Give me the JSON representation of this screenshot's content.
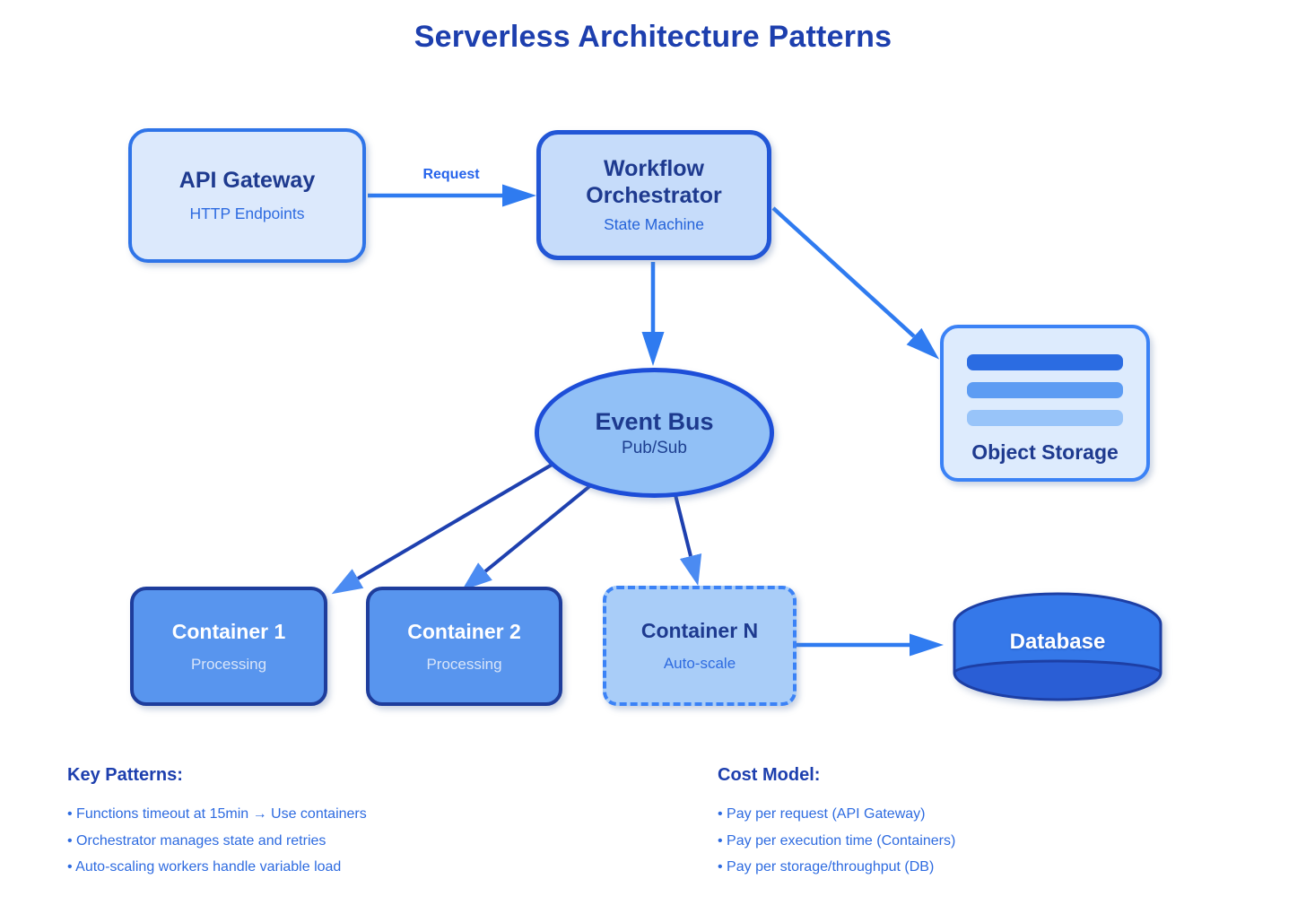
{
  "title": "Serverless Architecture Patterns",
  "edges": {
    "request_label": "Request"
  },
  "nodes": {
    "api_gateway": {
      "title": "API Gateway",
      "subtitle": "HTTP Endpoints"
    },
    "workflow_orchestrator": {
      "title": "Workflow Orchestrator",
      "subtitle": "State Machine"
    },
    "object_storage": {
      "title": "Object Storage"
    },
    "event_bus": {
      "title": "Event Bus",
      "subtitle": "Pub/Sub"
    },
    "container_1": {
      "title": "Container 1",
      "subtitle": "Processing"
    },
    "container_2": {
      "title": "Container 2",
      "subtitle": "Processing"
    },
    "container_n": {
      "title": "Container N",
      "subtitle": "Auto-scale"
    },
    "database": {
      "title": "Database"
    }
  },
  "key_patterns": {
    "heading": "Key Patterns:",
    "items": [
      "• Functions timeout at 15min → Use containers",
      "• Orchestrator manages state and retries",
      "• Auto-scaling workers handle variable load"
    ]
  },
  "cost_model": {
    "heading": "Cost Model:",
    "items": [
      "• Pay per request (API Gateway)",
      "• Pay per execution time (Containers)",
      "• Pay per storage/throughput (DB)"
    ]
  },
  "colors": {
    "title_text": "#1d3fae",
    "navy_text": "#1e3a8f",
    "blue_text": "#2e6be0",
    "bright_arrow": "#2f7bf0",
    "navy_arrow": "#1e40af",
    "arrowhead_light": "#4b8bf2",
    "container_fill": "#5895ee",
    "event_bus_fill": "#91c0f6",
    "database_fill": "#3578e9"
  }
}
